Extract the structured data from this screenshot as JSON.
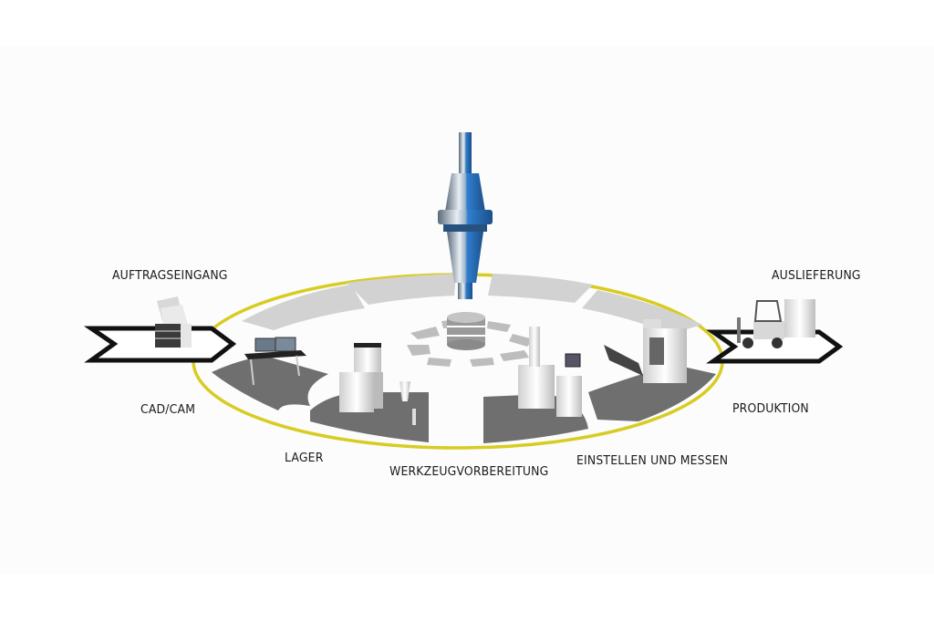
{
  "labels": {
    "order_entry": "AUFTRAGSEINGANG",
    "delivery": "AUSLIEFERUNG",
    "cad_cam": "CAD/CAM",
    "production": "PRODUKTION",
    "storage": "LAGER",
    "tool_preparation": "WERKZEUGVORBEREITUNG",
    "presetting_measuring": "EINSTELLEN UND MESSEN"
  },
  "colors": {
    "ring": "#d8cc22",
    "sector_dark": "#6f6f6f",
    "sector_light": "#d2d2d2",
    "chevron": "#111111",
    "tool_accent": "#3a8ed8"
  }
}
